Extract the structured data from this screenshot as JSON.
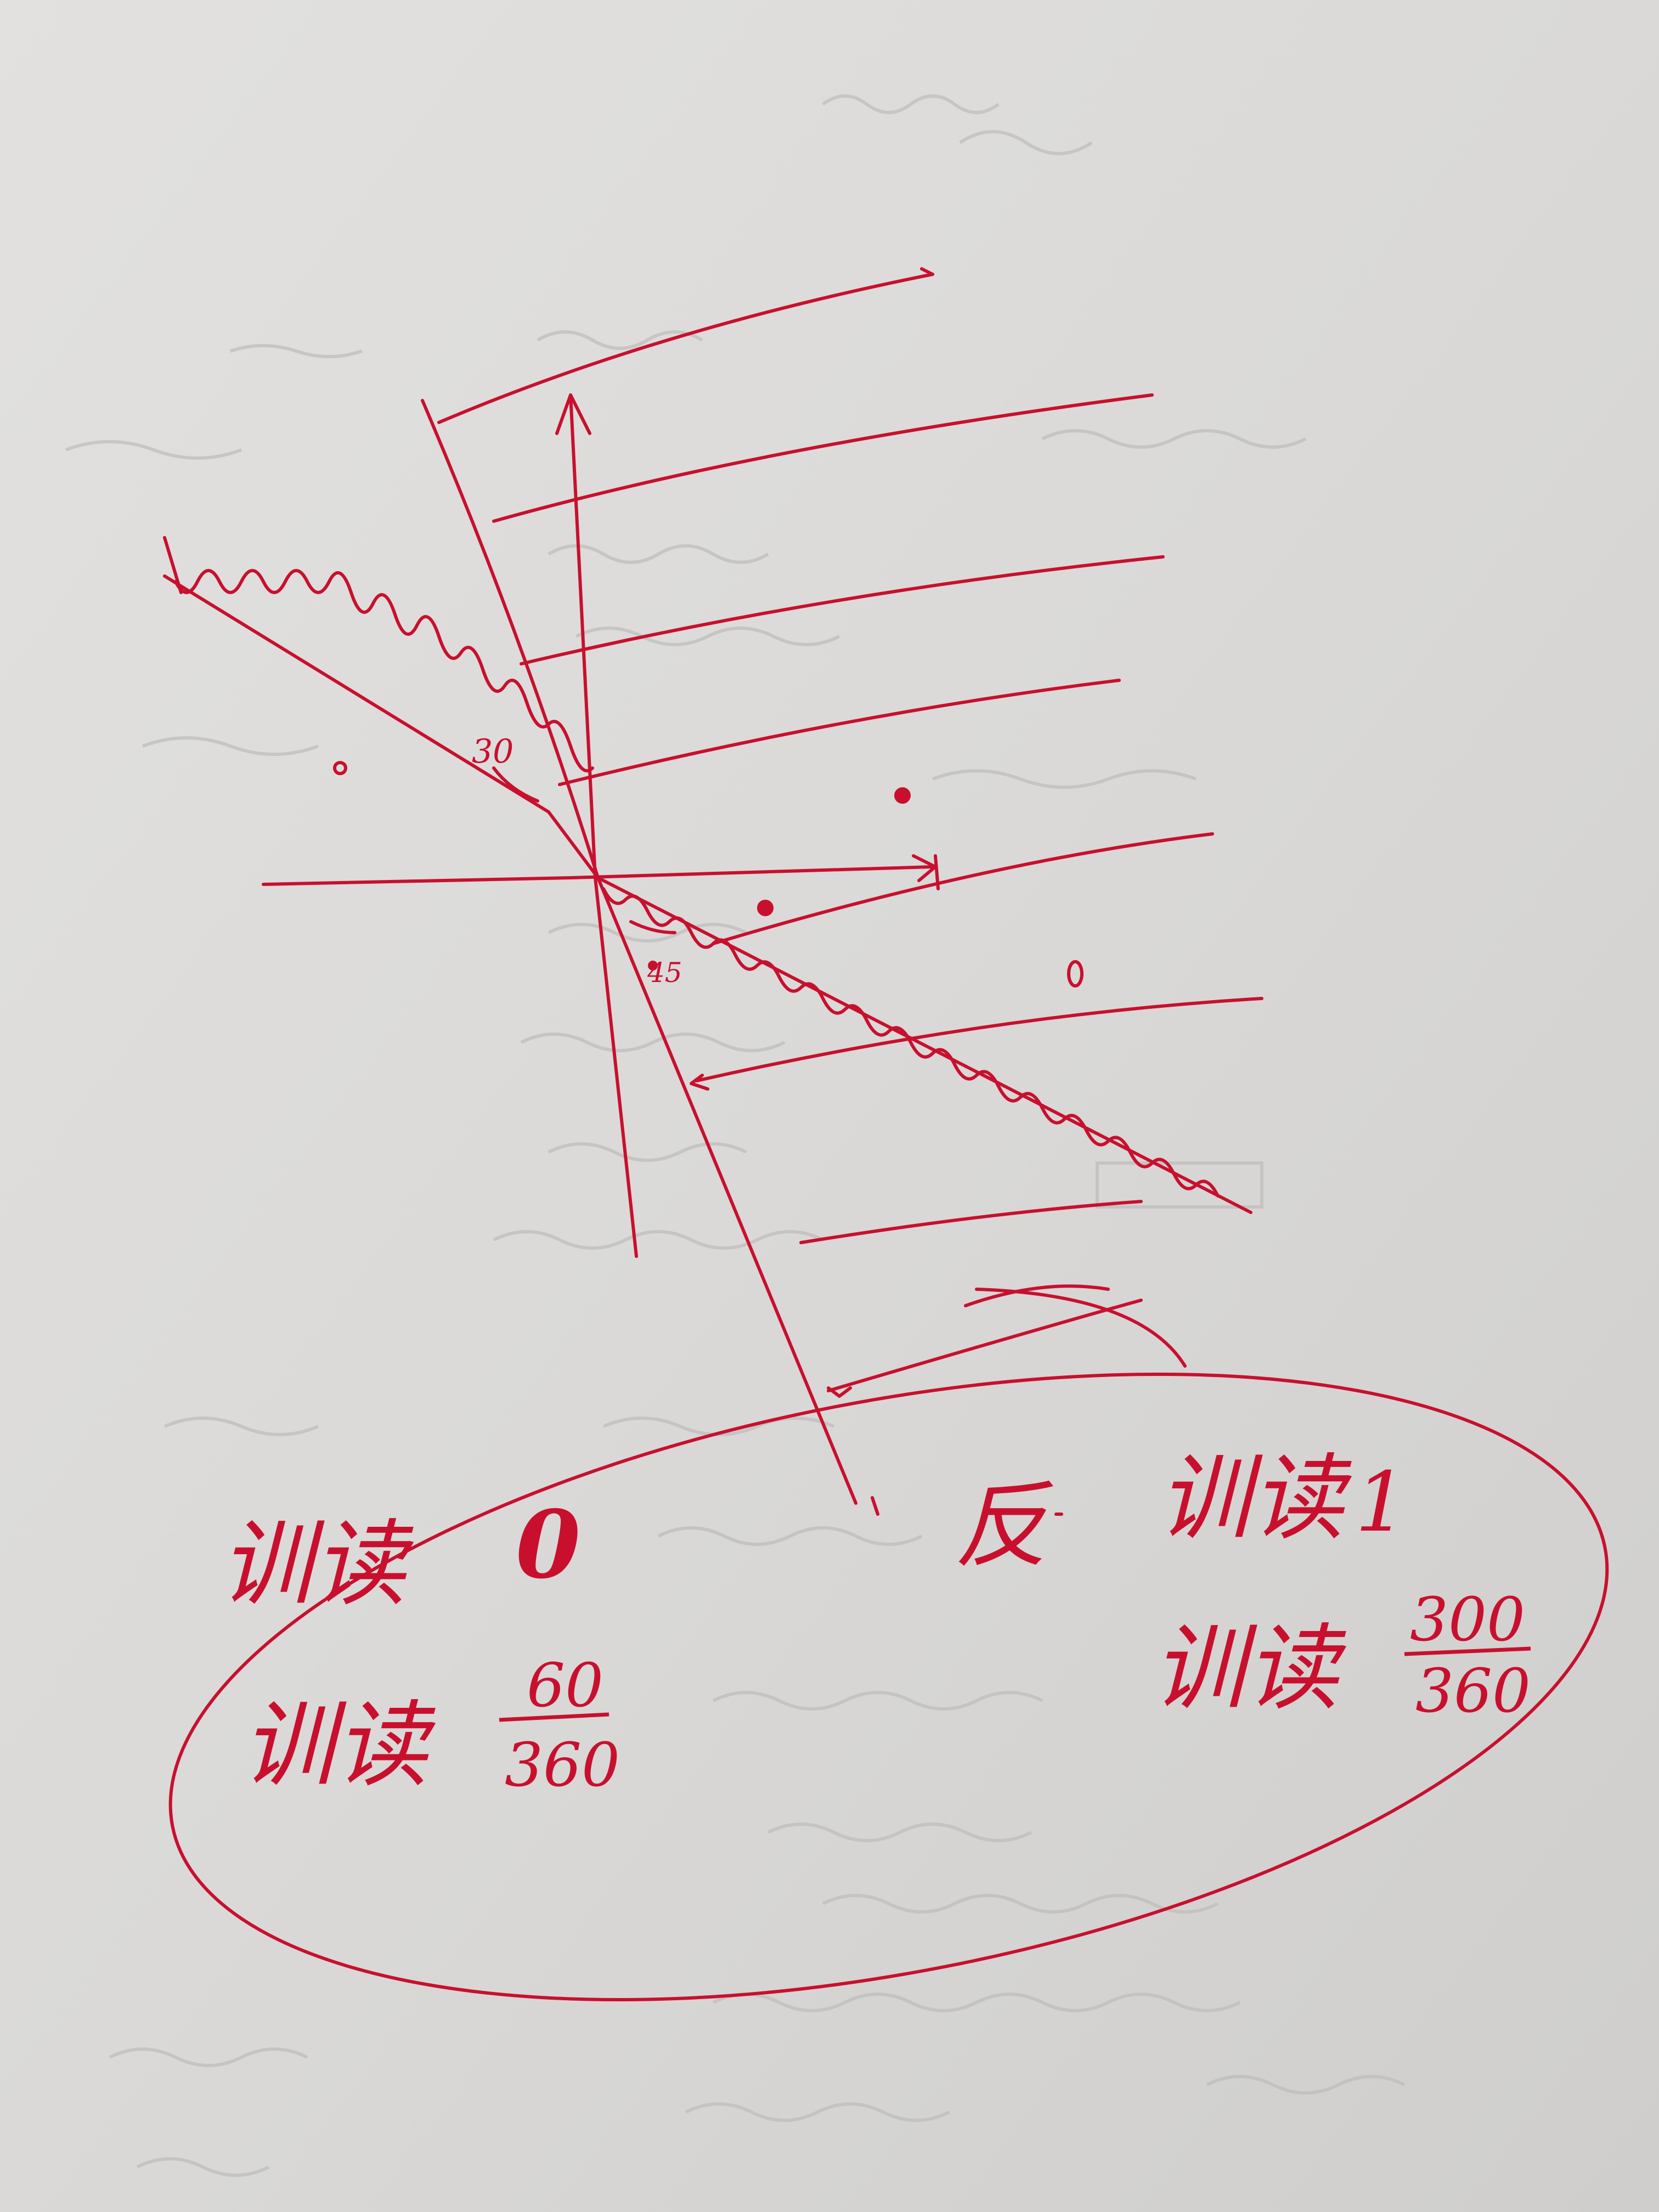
{
  "ink_color": "#c8102e",
  "paper_color": "#dad9d7",
  "bleed_color": "#bdbcba",
  "sketch": {
    "angle_label": "30",
    "tick_label_lower": "45"
  },
  "notes": {
    "left_top_prefix": "训读",
    "left_top_value": "0",
    "right_top_word": "反",
    "right_top_prefix": "训读",
    "right_top_value": "1",
    "left_bottom_prefix": "训读",
    "left_bottom_num": "60",
    "left_bottom_den": "360",
    "right_bottom_prefix": "训读",
    "right_bottom_num": "300",
    "right_bottom_den": "360"
  }
}
